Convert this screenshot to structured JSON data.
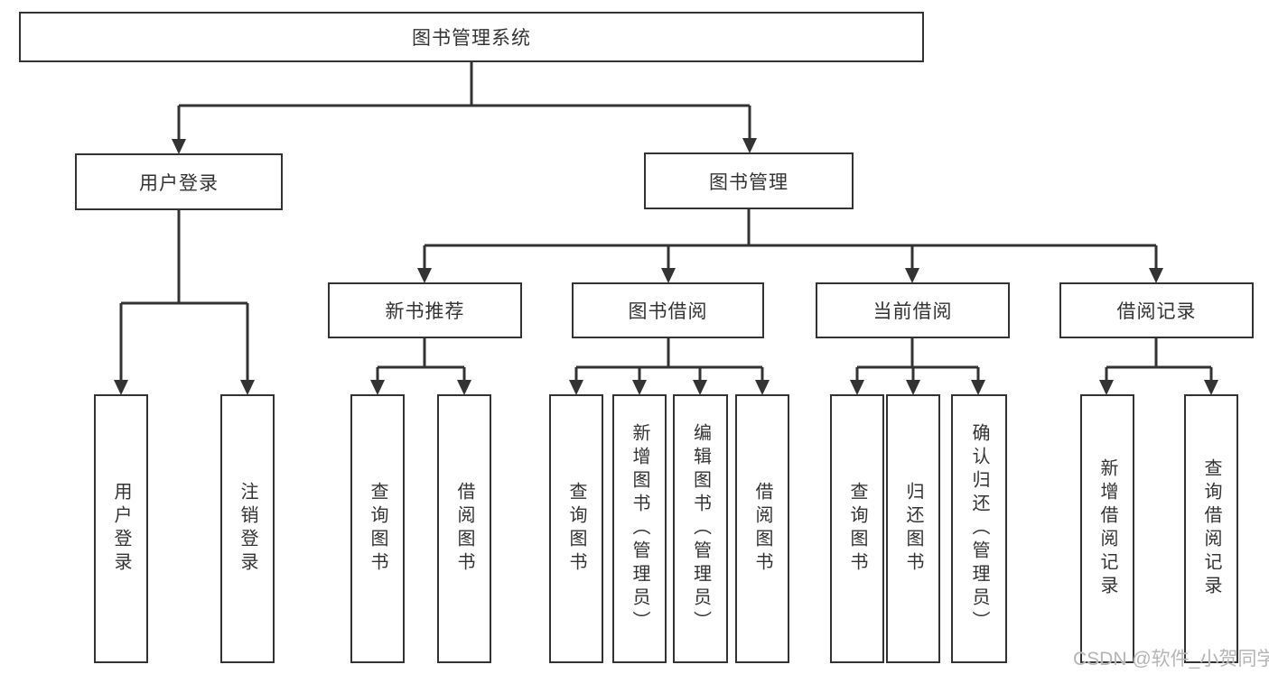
{
  "diagram": {
    "root": "图书管理系统",
    "level2": {
      "user_login": "用户登录",
      "book_mgmt": "图书管理"
    },
    "level3": {
      "new_books": "新书推荐",
      "borrowing": "图书借阅",
      "current": "当前借阅",
      "records": "借阅记录"
    },
    "leaves": {
      "user_login": [
        "用户登录",
        "注销登录"
      ],
      "new_books": [
        "查询图书",
        "借阅图书"
      ],
      "borrowing": [
        "查询图书",
        "新增图书（管理员）",
        "编辑图书（管理员）",
        "借阅图书"
      ],
      "current": [
        "查询图书",
        "归还图书",
        "确认归还（管理员）"
      ],
      "records": [
        "新增借阅记录",
        "查询借阅记录"
      ]
    }
  },
  "watermark": {
    "text": "CSDN @软件_小贺同学"
  },
  "colors": {
    "line": "#333333",
    "text": "#333333",
    "background": "#ffffff",
    "watermark_text": "#b5b5b5"
  }
}
